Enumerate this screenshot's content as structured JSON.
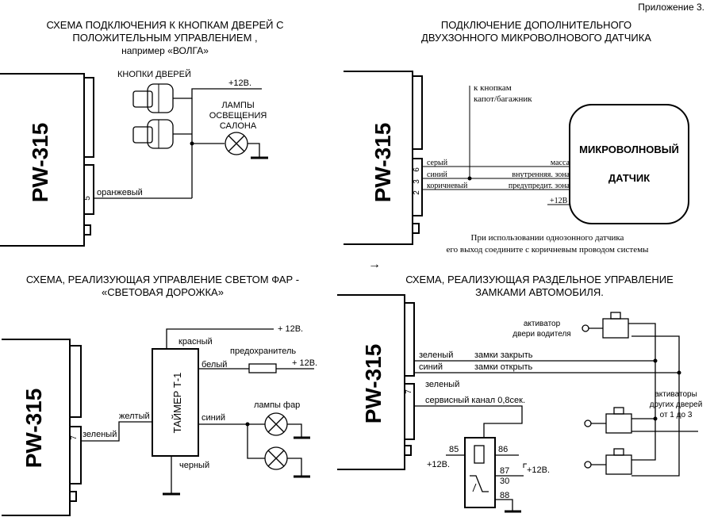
{
  "appendix": "Приложение 3.",
  "device": "PW-315",
  "q1": {
    "title_1": "СХЕМА ПОДКЛЮЧЕНИЯ К КНОПКАМ ДВЕРЕЙ С",
    "title_2": "ПОЛОЖИТЕЛЬНЫМ УПРАВЛЕНИЕМ ,",
    "title_3": "например  «ВОЛГА»",
    "door_buttons": "КНОПКИ ДВЕРЕЙ",
    "plus12": "+12В.",
    "lamps_1": "ЛАМПЫ",
    "lamps_2": "ОСВЕЩЕНИЯ",
    "lamps_3": "САЛОНА",
    "wire_orange": "оранжевый",
    "pin": "5"
  },
  "q2": {
    "title_1": "ПОДКЛЮЧЕНИЕ ДОПОЛНИТЕЛЬНОГО",
    "title_2": "ДВУХЗОННОГО МИКРОВОЛНОВОГО ДАТЧИКА",
    "to_buttons_1": "к кнопкам",
    "to_buttons_2": "капот/багажник",
    "sensor_1": "МИКРОВОЛНОВЫЙ",
    "sensor_2": "ДАТЧИК",
    "wire_gray": "серый",
    "wire_blue": "синий",
    "wire_brown": "коричневый",
    "mass": "масса",
    "inner_zone": "внутренняя. зона",
    "pre_zone": "предупредит. зона",
    "plus12": "+12В",
    "pin_6": "6",
    "pin_3": "3",
    "pin_2": "2",
    "note_1": "При использовании однозонного датчика",
    "note_2": "его выход соедините с коричневым проводом системы",
    "arrow": "→"
  },
  "q3": {
    "title_1": "СХЕМА,  РЕАЛИЗУЮЩАЯ УПРАВЛЕНИЕ СВЕТОМ ФАР -",
    "title_2": "«СВЕТОВАЯ ДОРОЖКА»",
    "plus12_top": "+ 12В.",
    "wire_red": "красный",
    "fuse": "предохранитель",
    "wire_white": "белый",
    "plus12_mid": "+ 12В.",
    "timer": "ТАЙМЕР Т-1",
    "wire_yellow": "желтый",
    "wire_green": "зеленый",
    "wire_blue": "синий",
    "head_lamps": "лампы фар",
    "wire_black": "черный",
    "pin": "7"
  },
  "q4": {
    "title_1": "СХЕМА,  РЕАЛИЗУЮЩАЯ  РАЗДЕЛЬНОЕ УПРАВЛЕНИЕ",
    "title_2": "ЗАМКАМИ АВТОМОБИЛЯ.",
    "actuator_driver_1": "активатор",
    "actuator_driver_2": "двери водителя",
    "wire_green_1": "зеленый",
    "lock_close": "замки закрыть",
    "wire_blue": "синий",
    "lock_open": "замки открыть",
    "pin": "7",
    "wire_green_2": "зеленый",
    "service": "сервисный канал  0,8сек.",
    "actuators_other_1": "активаторы",
    "actuators_other_2": "других дверей",
    "actuators_other_3": "от 1 до 3",
    "relay_85": "85",
    "relay_86": "86",
    "relay_87": "87",
    "relay_30": "30",
    "relay_88": "88",
    "plus12_left": "+12В.",
    "plus12_right": "+12В."
  }
}
